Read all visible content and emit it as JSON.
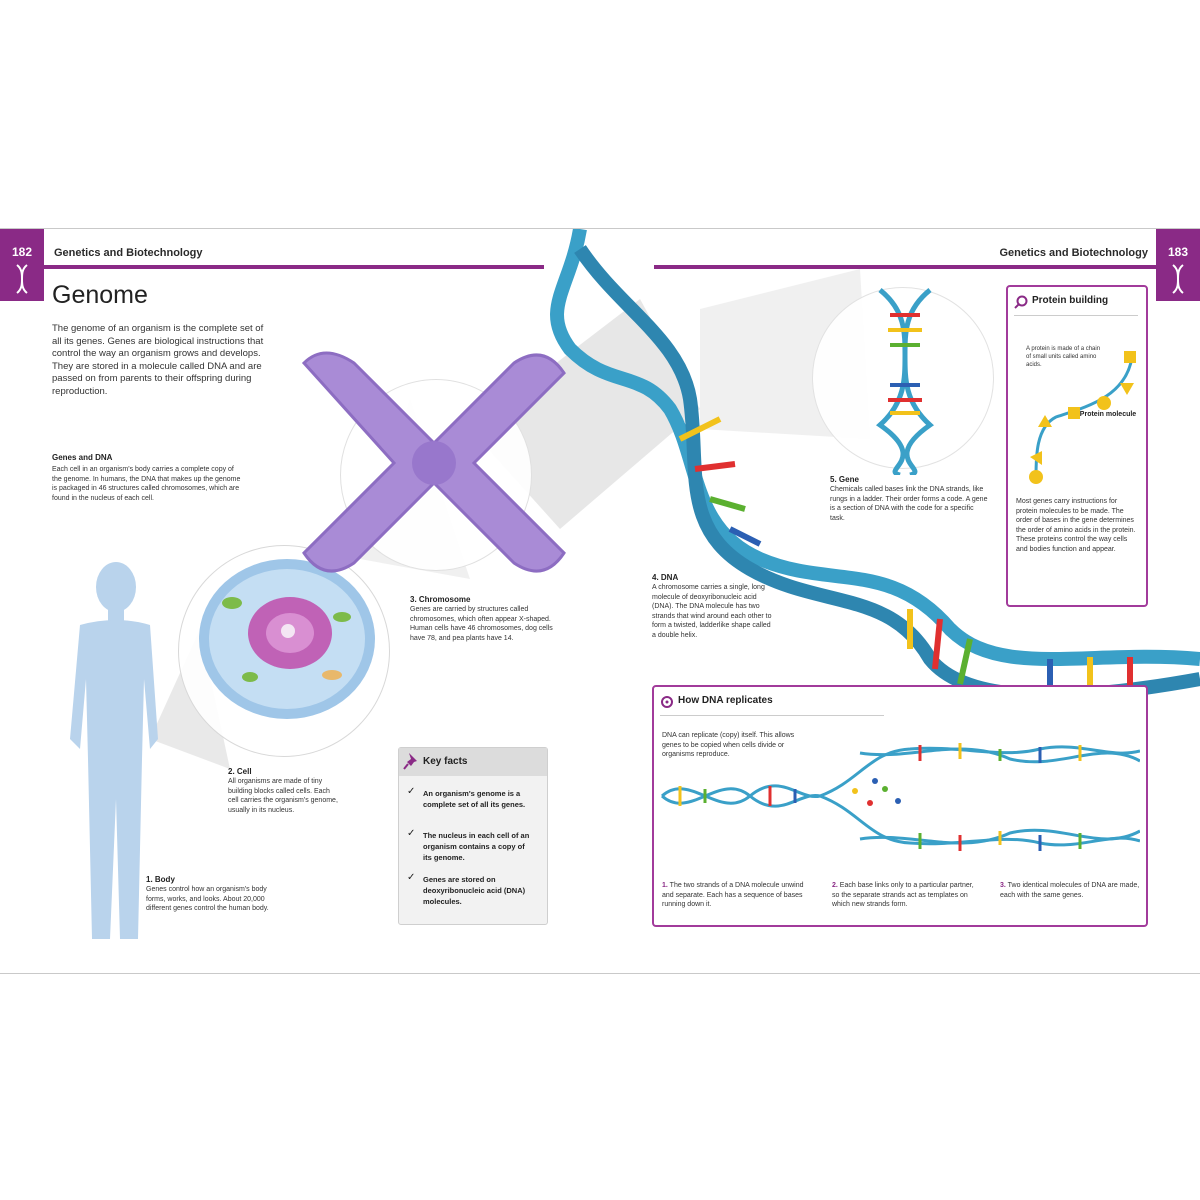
{
  "left_page": {
    "page_number": "182",
    "running_head": "Genetics and Biotechnology",
    "title": "Genome",
    "intro": "The genome of an organism is the complete set of all its genes. Genes are biological instructions that control the way an organism grows and develops. They are stored in a molecule called DNA and are passed on from parents to their offspring during reproduction.",
    "genes_dna_heading": "Genes and DNA",
    "genes_dna_text": "Each cell in an organism's body carries a complete copy of the genome. In humans, the DNA that makes up the genome is packaged in 46 structures called chromosomes, which are found in the nucleus of each cell.",
    "body_label": "1. Body",
    "body_text": "Genes control how an organism's body forms, works, and looks. About 20,000 different genes control the human body.",
    "cell_label": "2. Cell",
    "cell_text": "All organisms are made of tiny building blocks called cells. Each cell carries the organism's genome, usually in its nucleus.",
    "chromosome_label": "3. Chromosome",
    "chromosome_text": "Genes are carried by structures called chromosomes, which often appear X-shaped. Human cells have 46 chromosomes, dog cells have 78, and pea plants have 14.",
    "key_facts": {
      "heading": "Key facts",
      "items": [
        "An organism's genome is a complete set of all its genes.",
        "The nucleus in each cell of an organism contains a copy of its genome.",
        "Genes are stored on deoxyribonucleic acid (DNA) molecules."
      ]
    }
  },
  "right_page": {
    "page_number": "183",
    "running_head": "Genetics and Biotechnology",
    "dna_label": "4. DNA",
    "dna_text": "A chromosome carries a single, long molecule of deoxyribonucleic acid (DNA). The DNA molecule has two strands that wind around each other to form a twisted, ladderlike shape called a double helix.",
    "gene_label": "5. Gene",
    "gene_text": "Chemicals called bases link the DNA strands, like rungs in a ladder. Their order forms a code. A gene is a section of DNA with the code for a specific task.",
    "protein_box": {
      "heading": "Protein building",
      "note": "A protein is made of a chain of small units called amino acids.",
      "molecule_label": "Protein molecule",
      "text": "Most genes carry instructions for protein molecules to be made. The order of bases in the gene determines the order of amino acids in the protein. These proteins control the way cells and bodies function and appear."
    },
    "replicate_box": {
      "heading": "How DNA replicates",
      "intro": "DNA can replicate (copy) itself. This allows genes to be copied when cells divide or organisms reproduce.",
      "steps": [
        {
          "n": "1.",
          "text": "The two strands of a DNA molecule unwind and separate. Each has a sequence of bases running down it."
        },
        {
          "n": "2.",
          "text": "Each base links only to a particular partner, so the separate strands act as templates on which new strands form."
        },
        {
          "n": "3.",
          "text": "Two identical molecules of DNA are made, each with the same genes."
        }
      ]
    }
  },
  "colors": {
    "accent": "#8a2a86",
    "helix": "#3aa0c8",
    "chromosome": "#a98bd6"
  }
}
